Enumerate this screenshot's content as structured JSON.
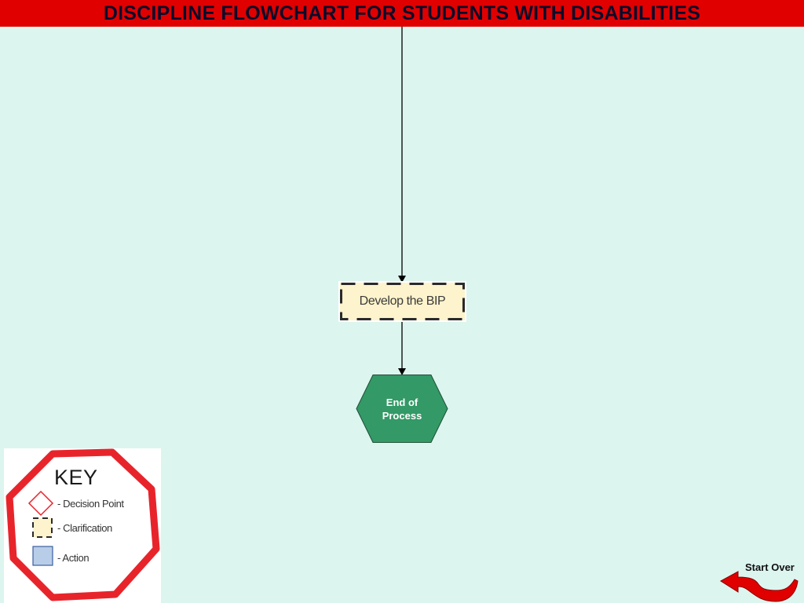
{
  "header": {
    "title": "DISCIPLINE FLOWCHART FOR STUDENTS WITH DISABILITIES"
  },
  "flow": {
    "develop_bip": "Develop the BIP",
    "end_line1": "End of",
    "end_line2": "Process"
  },
  "key": {
    "title": "KEY",
    "items": [
      {
        "symbol": "diamond-icon",
        "label": "- Decision Point"
      },
      {
        "symbol": "dashed-square-icon",
        "label": "- Clarification"
      },
      {
        "symbol": "blue-square-icon",
        "label": "- Action"
      }
    ]
  },
  "nav": {
    "start_over": "Start Over"
  },
  "colors": {
    "title_bar": "#e00000",
    "background": "#dcf5ef",
    "clarification_fill": "#fdf3cc",
    "end_fill": "#339966",
    "key_octagon": "#e8242b",
    "action_fill": "#b8cde8",
    "arrow": "#e00000"
  }
}
